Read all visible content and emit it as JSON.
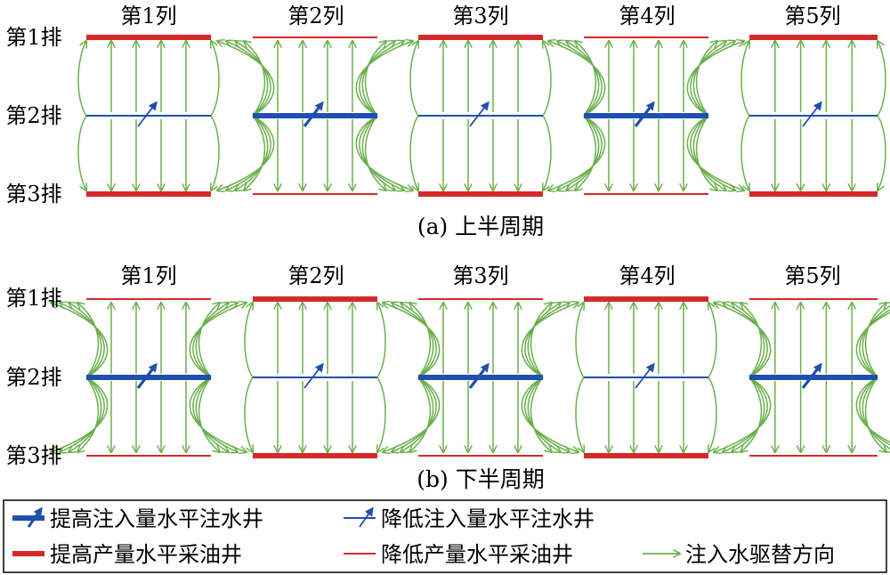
{
  "colors": {
    "flow": "#6ab04c",
    "well_blue": "#1f4fb0",
    "well_red": "#d42a2a",
    "text": "#000000"
  },
  "column_labels": [
    "第1列",
    "第2列",
    "第3列",
    "第4列",
    "第5列"
  ],
  "row_labels": [
    "第1排",
    "第2排",
    "第3排"
  ],
  "panels": [
    {
      "caption": "(a) 上半周期",
      "injectors_increased": [
        false,
        true,
        false,
        true,
        false
      ],
      "producers_increased": [
        true,
        false,
        true,
        false,
        true
      ]
    },
    {
      "caption": "(b) 下半周期",
      "injectors_increased": [
        true,
        false,
        true,
        false,
        true
      ],
      "producers_increased": [
        false,
        true,
        false,
        true,
        false
      ]
    }
  ],
  "legend": {
    "inj_up": "提高注入量水平注水井",
    "inj_down": "降低注入量水平注水井",
    "prod_up": "提高产量水平采油井",
    "prod_down": "降低产量水平采油井",
    "flow": "注入水驱替方向"
  }
}
